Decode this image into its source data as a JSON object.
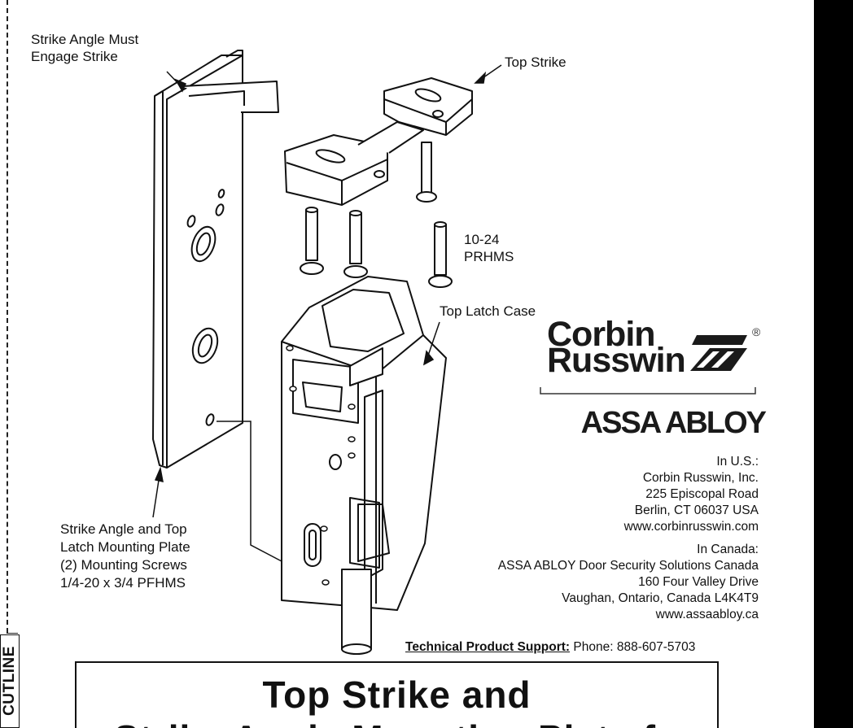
{
  "labels": {
    "strike_angle_must": [
      "Strike Angle Must",
      "Engage Strike"
    ],
    "top_strike": "Top Strike",
    "screws": [
      "10-24",
      "PRHMS"
    ],
    "top_latch_case": "Top Latch Case",
    "mounting_plate": [
      "Strike Angle and Top",
      "Latch Mounting Plate",
      "(2) Mounting Screws",
      "1/4-20 x 3/4 PFHMS"
    ]
  },
  "side_tab": "CUTLINE",
  "logo": {
    "line1": "Corbin",
    "line2": "Russwin",
    "registered": "®",
    "parent": "ASSA ABLOY"
  },
  "address_us": [
    "In U.S.:",
    "Corbin Russwin, Inc.",
    "225 Episcopal Road",
    "Berlin, CT 06037 USA",
    "www.corbinrusswin.com"
  ],
  "address_canada": [
    "In Canada:",
    "ASSA ABLOY Door Security Solutions Canada",
    "160 Four Valley Drive",
    "Vaughan, Ontario, Canada L4K4T9",
    "www.assaabloy.ca"
  ],
  "support": {
    "label": "Technical Product Support:",
    "phone": "Phone:  888-607-5703"
  },
  "title": [
    "Top Strike and",
    "Strike Angle Mounting Plate fo"
  ]
}
